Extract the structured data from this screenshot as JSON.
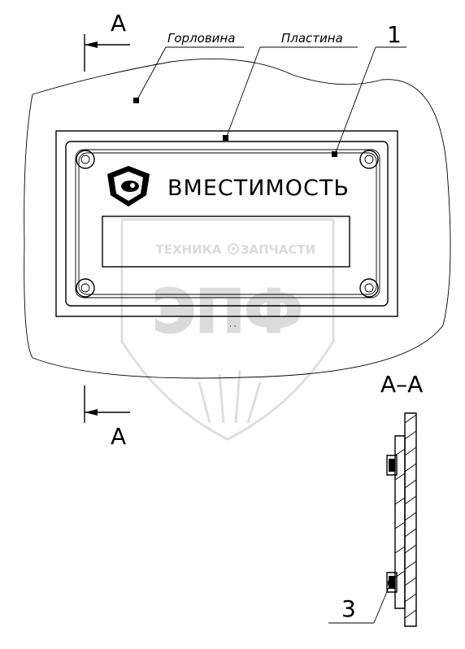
{
  "section_marks": {
    "top": "А",
    "bottom": "А",
    "view": "А–А"
  },
  "callouts": {
    "gorlovina": "Горловина",
    "plastina": "Пластина",
    "item_1": "1",
    "item_3": "3"
  },
  "plate": {
    "title": "ВМЕСТИМОСТЬ"
  },
  "watermark": {
    "line1_left": "ТЕХНИКА",
    "line1_right": "ЗАПЧАСТИ",
    "big": "ЭПФ"
  },
  "colors": {
    "line": "#000000",
    "watermark": "#d8d8d8",
    "background": "#ffffff"
  }
}
